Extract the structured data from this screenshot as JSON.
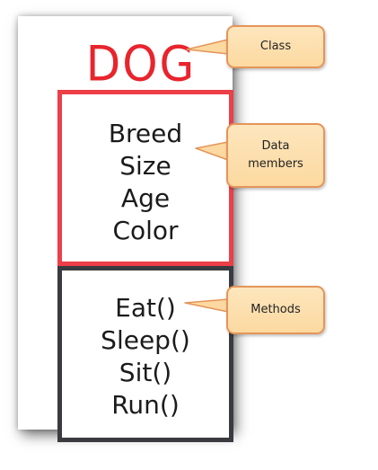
{
  "class": {
    "name": "DOG"
  },
  "data_members": [
    "Breed",
    "Size",
    "Age",
    "Color"
  ],
  "methods": [
    "Eat()",
    "Sleep()",
    "Sit()",
    "Run()"
  ],
  "callouts": {
    "class": "Class",
    "data": "Data\nmembers",
    "methods": "Methods"
  },
  "colors": {
    "class_title": "#e8242d",
    "data_box_border": "#ec3f48",
    "methods_box_border": "#3a3b40",
    "callout_fill": "#fcd9a0",
    "callout_border": "#e4955a"
  }
}
